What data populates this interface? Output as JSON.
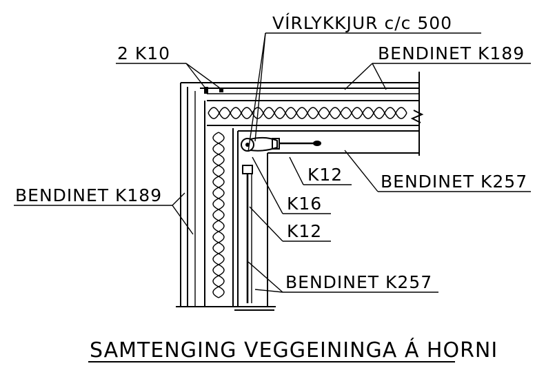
{
  "labels": {
    "wire_loops": "VÍRLYKKJUR c/c 500",
    "rebar_2k10": "2 K10",
    "mesh_top": "BENDINET K189",
    "mesh_left": "BENDINET K189",
    "mesh_k257_right": "BENDINET K257",
    "mesh_k257_bottom": "BENDINET K257",
    "k12_horizontal": "K12",
    "k16": "K16",
    "k12_vertical": "K12"
  },
  "title": "SAMTENGING VEGGEININGA Á HORNI",
  "colors": {
    "ink": "#000000",
    "background": "#ffffff"
  }
}
